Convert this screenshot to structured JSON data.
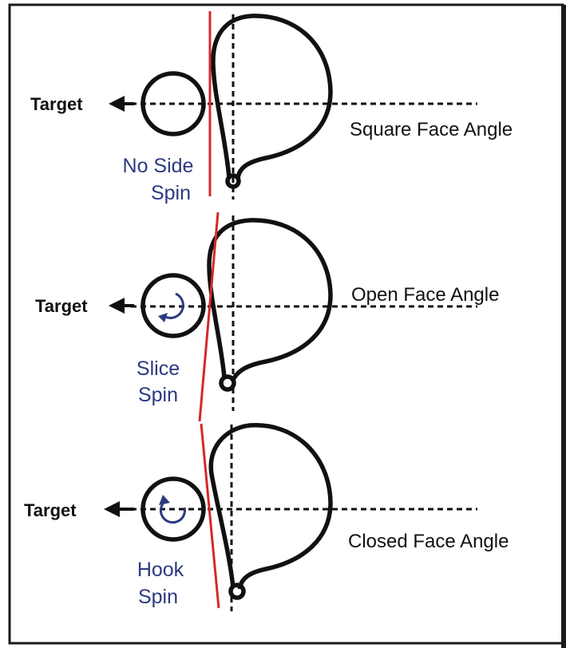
{
  "colors": {
    "ink": "#111111",
    "face_line": "#d42a2a",
    "spin_text": "#2b3a80",
    "background": "#ffffff",
    "frame": "#1a1a1a"
  },
  "icons": {
    "target_arrow": "left-arrow-icon",
    "spin_slice": "clockwise-rotation-icon",
    "spin_hook": "counterclockwise-rotation-icon"
  },
  "panels": [
    {
      "target_label": "Target",
      "angle_label": "Square Face Angle",
      "spin_line1": "No Side",
      "spin_line2": "Spin",
      "face_tilt_deg": 0,
      "spin": "none"
    },
    {
      "target_label": "Target",
      "angle_label": "Open Face Angle",
      "spin_line1": "Slice",
      "spin_line2": "Spin",
      "face_tilt_deg": 5,
      "spin": "clockwise"
    },
    {
      "target_label": "Target",
      "angle_label": "Closed Face Angle",
      "spin_line1": "Hook",
      "spin_line2": "Spin",
      "face_tilt_deg": -5,
      "spin": "counterclockwise"
    }
  ]
}
